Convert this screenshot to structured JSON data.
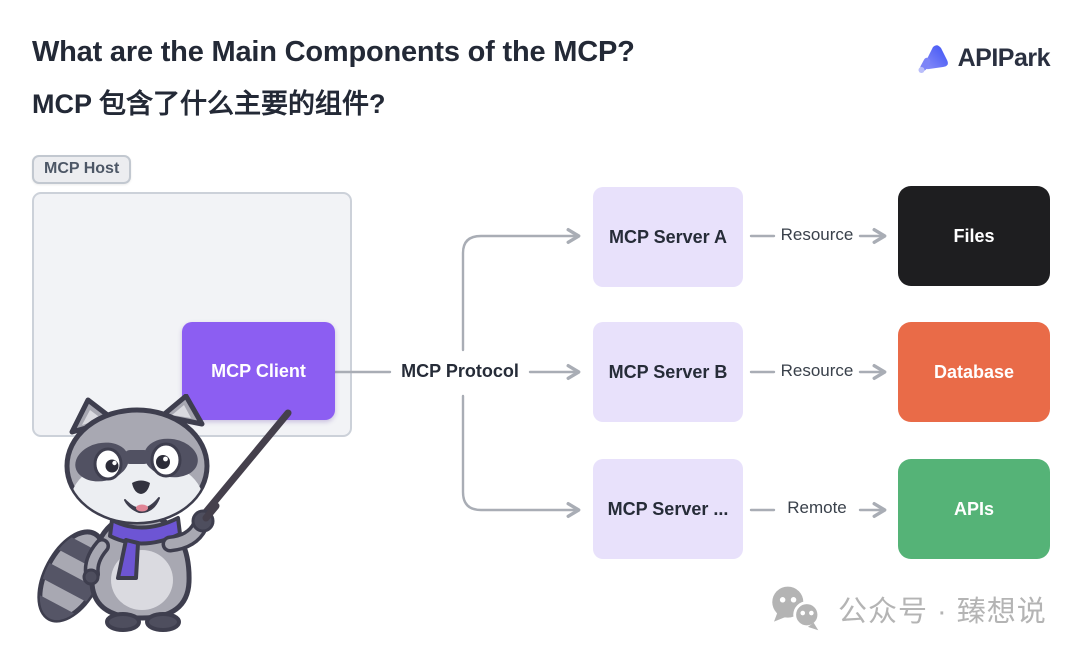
{
  "header": {
    "title_line1": "What are the Main Components of the MCP?",
    "title_line2": "MCP 包含了什么主要的组件?",
    "brand_name": "APIPark"
  },
  "diagram": {
    "host_label": "MCP Host",
    "client_label": "MCP Client",
    "protocol_label": "MCP Protocol",
    "rows": [
      {
        "server_label": "MCP Server A",
        "link_label": "Resource",
        "target_label": "Files",
        "target_color": "#1e1e20"
      },
      {
        "server_label": "MCP Server B",
        "link_label": "Resource",
        "target_label": "Database",
        "target_color": "#e96b48"
      },
      {
        "server_label": "MCP Server ...",
        "link_label": "Remote",
        "target_label": "APIs",
        "target_color": "#55b377"
      }
    ],
    "colors": {
      "client_bg": "#8c5ef2",
      "server_bg": "#e8e1fb",
      "host_bg": "#f2f3f6",
      "connector": "#a9adb5"
    },
    "icons": {
      "brand_icon": "apipark-logo-icon",
      "mascot": "raccoon-pointer-mascot",
      "watermark_icon": "wechat-icon"
    }
  },
  "watermark": {
    "label": "公众号 · 臻想说"
  }
}
